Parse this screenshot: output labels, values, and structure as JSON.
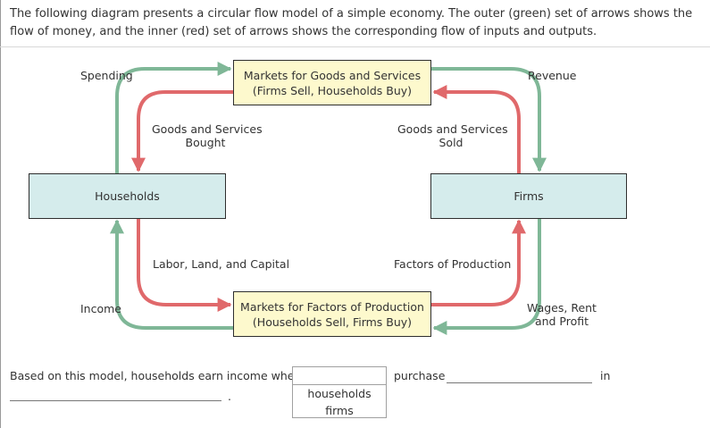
{
  "intro": "The following diagram presents a circular flow model of a simple economy. The outer (green) set of arrows shows the flow of money, and the inner (red) set of arrows shows the corresponding flow of inputs and outputs.",
  "colors": {
    "money_flow": "#7fb797",
    "goods_flow": "#e0696b",
    "market_fill": "#fdf9cd",
    "agent_fill": "#d5ecec"
  },
  "diagram": {
    "market_goods": {
      "line1": "Markets for Goods and Services",
      "line2": "(Firms Sell, Households Buy)"
    },
    "market_factors": {
      "line1": "Markets for Factors of Production",
      "line2": "(Households Sell, Firms Buy)"
    },
    "households": "Households",
    "firms": "Firms",
    "labels": {
      "spending": "Spending",
      "revenue": "Revenue",
      "goods_bought_1": "Goods and Services",
      "goods_bought_2": "Bought",
      "goods_sold_1": "Goods and Services",
      "goods_sold_2": "Sold",
      "labor": "Labor, Land, and Capital",
      "factors": "Factors of Production",
      "income": "Income",
      "wages_1": "Wages, Rent",
      "wages_2": "and Profit"
    }
  },
  "question": {
    "prefix": "Based on this model, households earn income when",
    "middle": "purchase",
    "suffix": "in",
    "period": ".",
    "options": [
      "households",
      "firms"
    ]
  }
}
